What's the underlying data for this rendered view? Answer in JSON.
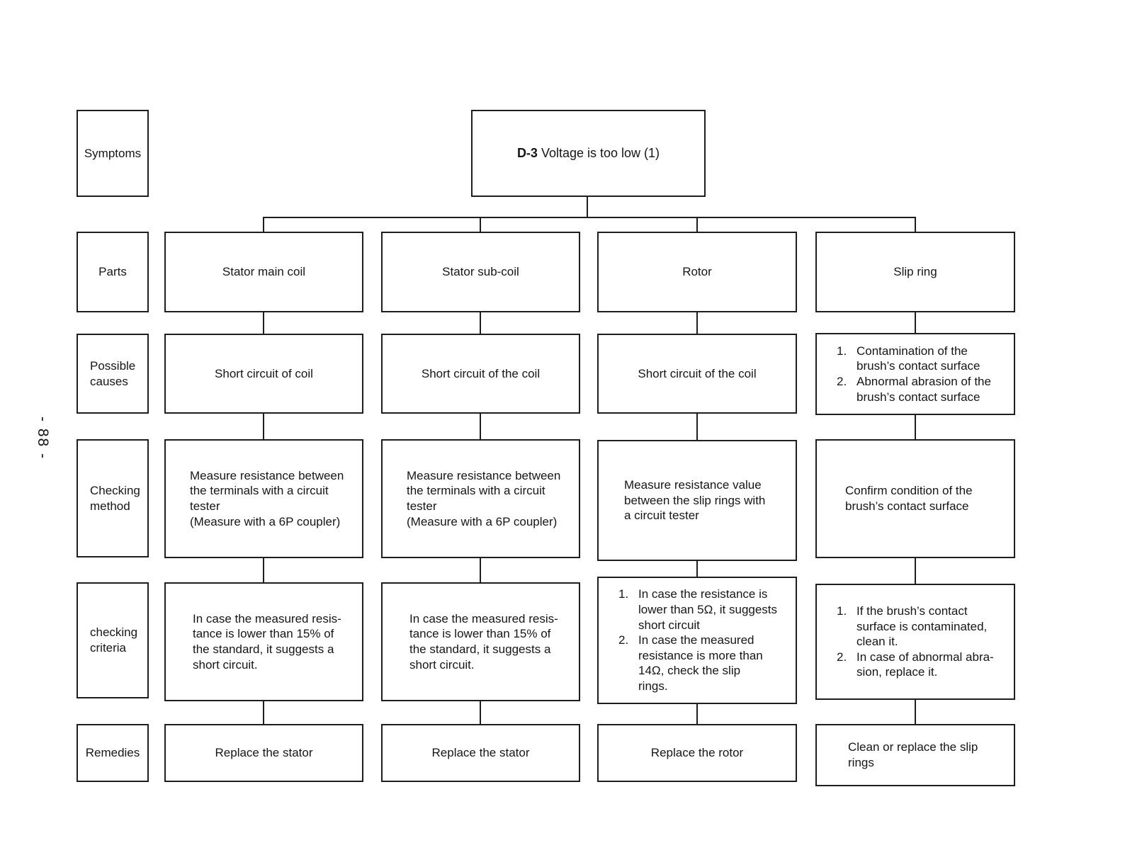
{
  "page": {
    "number": "- 88 -"
  },
  "header": {
    "row_label": "Symptoms",
    "code": "D-3",
    "title": " Voltage is too low (1)"
  },
  "row_labels": {
    "parts": "Parts",
    "causes": "Possible\ncauses",
    "method": "Checking\nmethod",
    "criteria": "checking\ncriteria",
    "remedies": "Remedies"
  },
  "columns": [
    {
      "part": "Stator main coil",
      "cause": "Short circuit of coil",
      "method": "Measure resistance between\nthe terminals with a circuit\ntester\n(Measure with a 6P coupler)",
      "criteria": "In case the measured resis-\ntance is lower than 15% of\nthe standard, it suggests a\nshort circuit.",
      "remedy": "Replace the stator"
    },
    {
      "part": "Stator sub-coil",
      "cause": "Short circuit of the coil",
      "method": "Measure resistance between\nthe terminals with a circuit\ntester\n(Measure with a 6P coupler)",
      "criteria": "In case the measured resis-\ntance is lower than 15% of\nthe standard, it suggests a\nshort circuit.",
      "remedy": "Replace the stator"
    },
    {
      "part": "Rotor",
      "cause": "Short circuit of the coil",
      "method": "Measure resistance value\nbetween the slip rings with\na circuit tester",
      "criteria_items": [
        {
          "num": "1.",
          "text": "In case the resistance is\nlower than 5Ω, it suggests\nshort circuit"
        },
        {
          "num": "2.",
          "text": "In case the measured\nresistance is more than\n14Ω, check the slip\nrings."
        }
      ],
      "remedy": "Replace the rotor"
    },
    {
      "part": "Slip ring",
      "cause_items": [
        {
          "num": "1.",
          "text": "Contamination of the\nbrush’s contact surface"
        },
        {
          "num": "2.",
          "text": "Abnormal abrasion of the\nbrush’s contact surface"
        }
      ],
      "method": "Confirm condition of the\nbrush’s contact surface",
      "criteria_items": [
        {
          "num": "1.",
          "text": "If the brush’s contact\nsurface is contaminated,\nclean it."
        },
        {
          "num": "2.",
          "text": "In case of abnormal abra-\nsion, replace it."
        }
      ],
      "remedy": "Clean or replace the slip\nrings"
    }
  ],
  "colors": {
    "line": "#1e1e1e",
    "text": "#161616",
    "background": "#ffffff"
  }
}
